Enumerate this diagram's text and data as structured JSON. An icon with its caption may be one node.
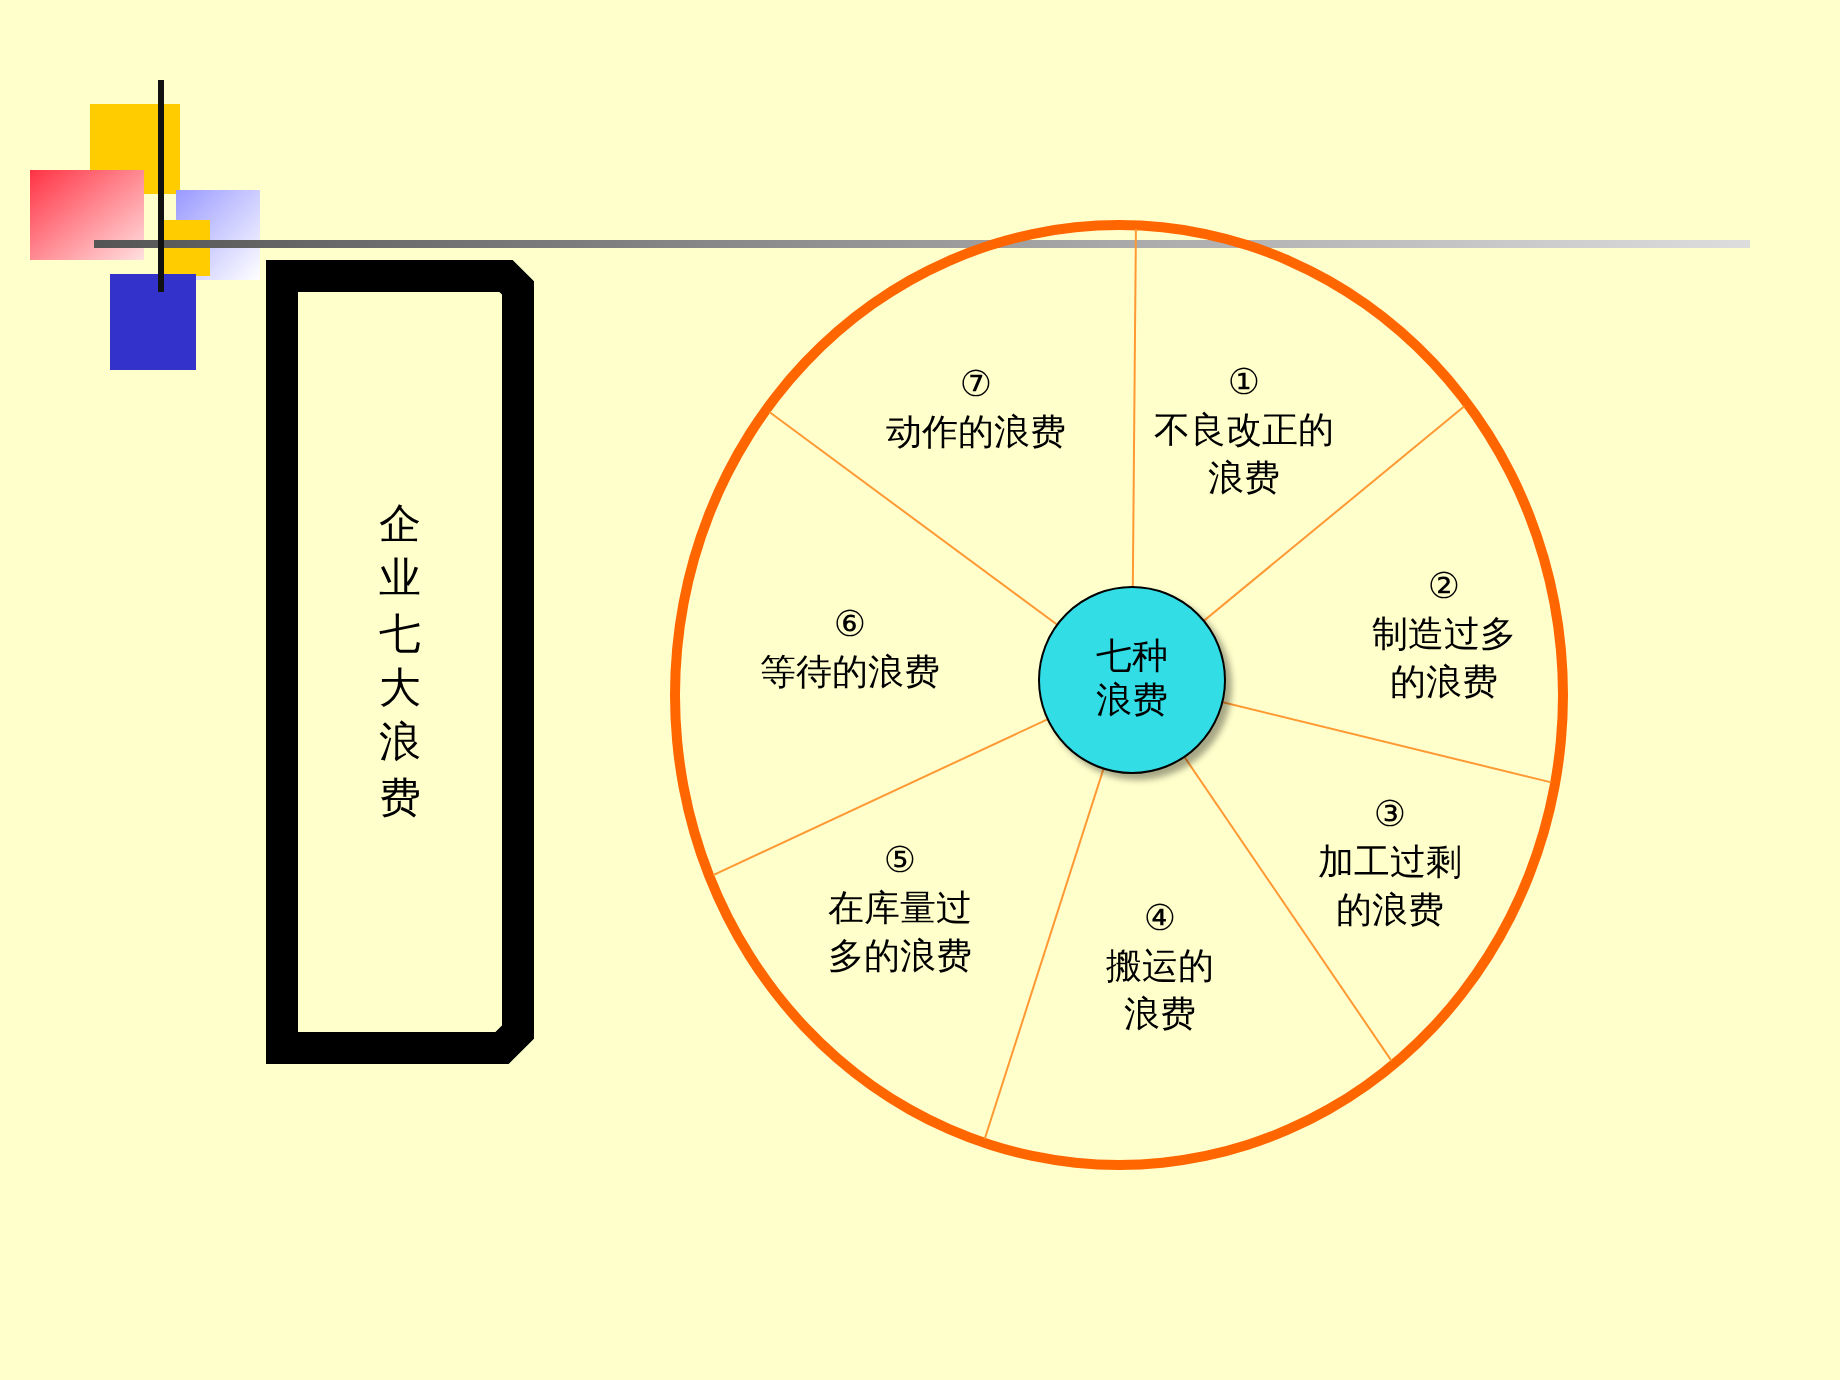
{
  "diagram": {
    "nodes": [
      {
        "text": [
          "企业七大浪费"
        ]
      },
      {
        "text": [],
        "shape": "circle"
      },
      {
        "text": [
          "七种浪费"
        ],
        "in": 1
      },
      {
        "text": [
          "①",
          "不良改正的浪费"
        ],
        "in": 1
      },
      {
        "text": [
          "②",
          "制造过多的浪费"
        ],
        "in": 1
      },
      {
        "text": [
          "③",
          "加工过剩的浪费"
        ],
        "in": 1
      },
      {
        "text": [
          "④",
          "搬运的浪费"
        ],
        "in": 1
      },
      {
        "text": [
          "⑤",
          "在库量过多的浪费"
        ],
        "in": 1
      },
      {
        "text": [
          "⑥",
          "等待的浪费"
        ],
        "in": 1
      },
      {
        "text": [
          "⑦",
          "动作的浪费"
        ],
        "in": 1
      }
    ],
    "edges": []
  }
}
